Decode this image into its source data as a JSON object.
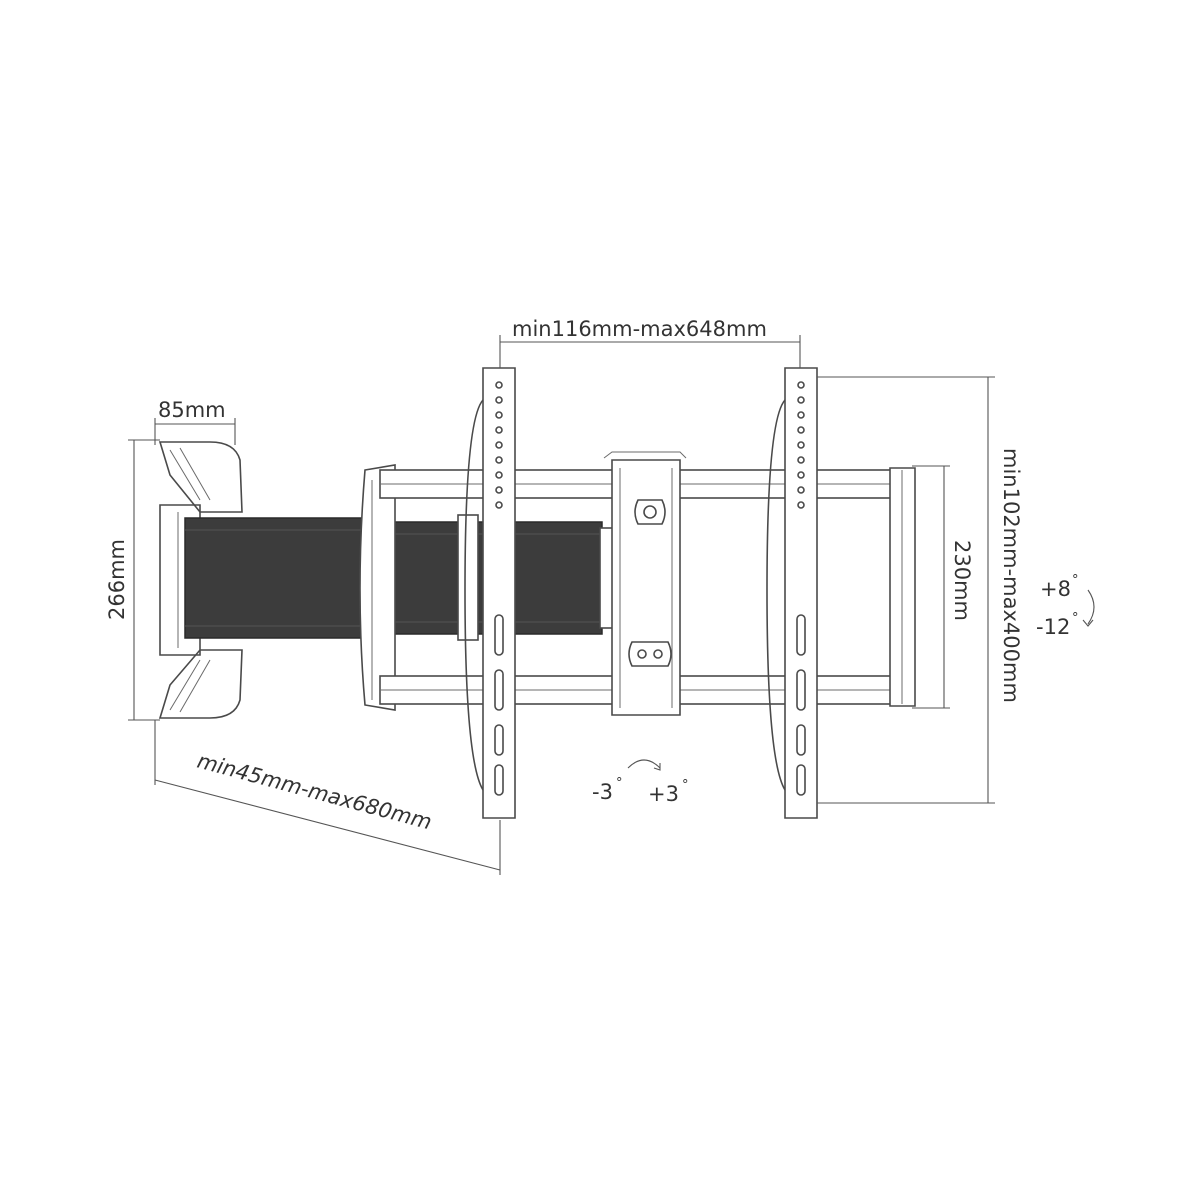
{
  "dimensions": {
    "arm_depth": "85mm",
    "wall_plate_height": "266mm",
    "extension": "min45mm-max680mm",
    "horizontal_spacing": "min116mm-max648mm",
    "vertical_spacing": "min102mm-max400mm",
    "frame_height": "230mm"
  },
  "tilt": {
    "up": "+8",
    "down": "-12",
    "unit": "°"
  },
  "swivel": {
    "left": "-3",
    "right": "+3",
    "unit": "°"
  },
  "colors": {
    "line": "#4a4a4a",
    "arm_fill": "#3c3c3c",
    "background": "#ffffff"
  }
}
